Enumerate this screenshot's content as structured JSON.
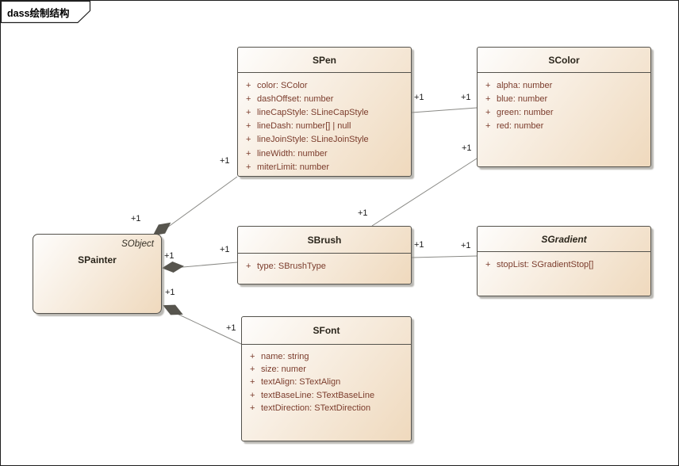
{
  "frame": {
    "title": "dass绘制结构"
  },
  "colors": {
    "canvas_bg": "#ffffff",
    "frame_border": "#1f1f1f",
    "box_border": "#54524c",
    "box_fill_light": "#fefdfc",
    "box_fill_dark": "#efd9bd",
    "title_text": "#2b261c",
    "attribute_text": "#7b3c2c",
    "connector": "#8a8a86",
    "diamond": "#57554e",
    "multiplicity_text": "#1a1a1a",
    "shadow": "#8c898199"
  },
  "classes": {
    "spainter": {
      "name": "SPainter",
      "stereotype": "SObject",
      "attributes": []
    },
    "spen": {
      "name": "SPen",
      "attributes": [
        {
          "vis": "+",
          "text": "color: SColor"
        },
        {
          "vis": "+",
          "text": "dashOffset: number"
        },
        {
          "vis": "+",
          "text": "lineCapStyle: SLineCapStyle"
        },
        {
          "vis": "+",
          "text": "lineDash: number[] | null"
        },
        {
          "vis": "+",
          "text": "lineJoinStyle: SLineJoinStyle"
        },
        {
          "vis": "+",
          "text": "lineWidth: number"
        },
        {
          "vis": "+",
          "text": "miterLimit: number"
        }
      ]
    },
    "scolor": {
      "name": "SColor",
      "attributes": [
        {
          "vis": "+",
          "text": "alpha: number"
        },
        {
          "vis": "+",
          "text": "blue: number"
        },
        {
          "vis": "+",
          "text": "green: number"
        },
        {
          "vis": "+",
          "text": "red: number"
        }
      ]
    },
    "sbrush": {
      "name": "SBrush",
      "attributes": [
        {
          "vis": "+",
          "text": "type: SBrushType"
        }
      ]
    },
    "sgradient": {
      "name": "SGradient",
      "abstract": true,
      "attributes": [
        {
          "vis": "+",
          "text": "stopList: SGradientStop[]"
        }
      ]
    },
    "sfont": {
      "name": "SFont",
      "attributes": [
        {
          "vis": "+",
          "text": "name: string"
        },
        {
          "vis": "+",
          "text": "size: numer"
        },
        {
          "vis": "+",
          "text": "textAlign: STextAlign"
        },
        {
          "vis": "+",
          "text": "textBaseLine: STextBaseLine"
        },
        {
          "vis": "+",
          "text": "textDirection: STextDirection"
        }
      ]
    }
  },
  "relations": {
    "painter_pen": {
      "type": "composition",
      "source": "SPainter",
      "target": "SPen",
      "source_label": "+1",
      "target_label": "+1"
    },
    "painter_brush": {
      "type": "composition",
      "source": "SPainter",
      "target": "SBrush",
      "source_label": "+1",
      "target_label": "+1"
    },
    "painter_font": {
      "type": "composition",
      "source": "SPainter",
      "target": "SFont",
      "source_label": "+1",
      "target_label": "+1"
    },
    "pen_color": {
      "type": "association",
      "source": "SPen",
      "target": "SColor",
      "source_label": "+1",
      "target_label": "+1"
    },
    "brush_color": {
      "type": "association",
      "source": "SBrush",
      "target": "SColor",
      "source_label": "+1",
      "target_label": "+1"
    },
    "brush_gradient": {
      "type": "association",
      "source": "SBrush",
      "target": "SGradient",
      "source_label": "+1",
      "target_label": "+1"
    }
  }
}
